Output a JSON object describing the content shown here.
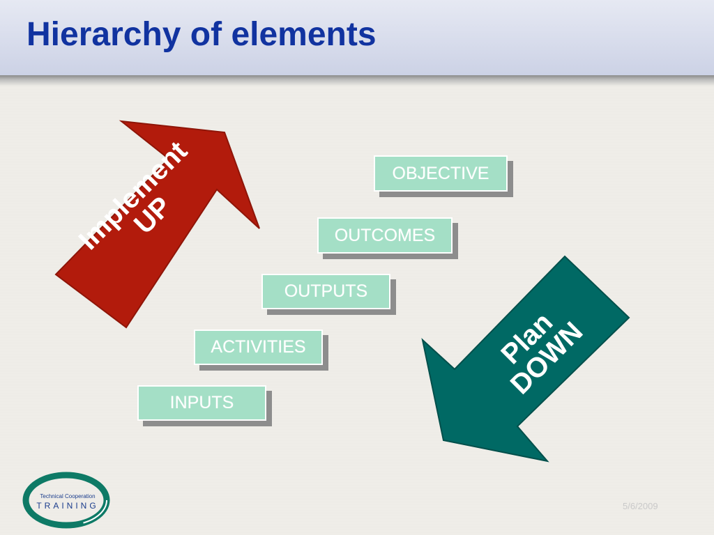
{
  "slide": {
    "title": "Hierarchy of elements",
    "date": "5/6/2009"
  },
  "boxes": [
    {
      "id": "objective",
      "label": "OBJECTIVE"
    },
    {
      "id": "outcomes",
      "label": "OUTCOMES"
    },
    {
      "id": "outputs",
      "label": "OUTPUTS"
    },
    {
      "id": "activities",
      "label": "ACTIVITIES"
    },
    {
      "id": "inputs",
      "label": "INPUTS"
    }
  ],
  "arrows": {
    "implement": {
      "line1": "Implement",
      "line2": "UP",
      "color": "#b21b0c"
    },
    "plan": {
      "line1": "Plan",
      "line2": "DOWN",
      "color": "#006964"
    }
  },
  "logo": {
    "line1": "Technical Cooperation",
    "line2": "TRAINING",
    "ring_color": "#0e7a66"
  },
  "colors": {
    "title": "#1133a0",
    "box_fill": "#a4dfc6",
    "box_shadow": "#8d8d8d"
  }
}
